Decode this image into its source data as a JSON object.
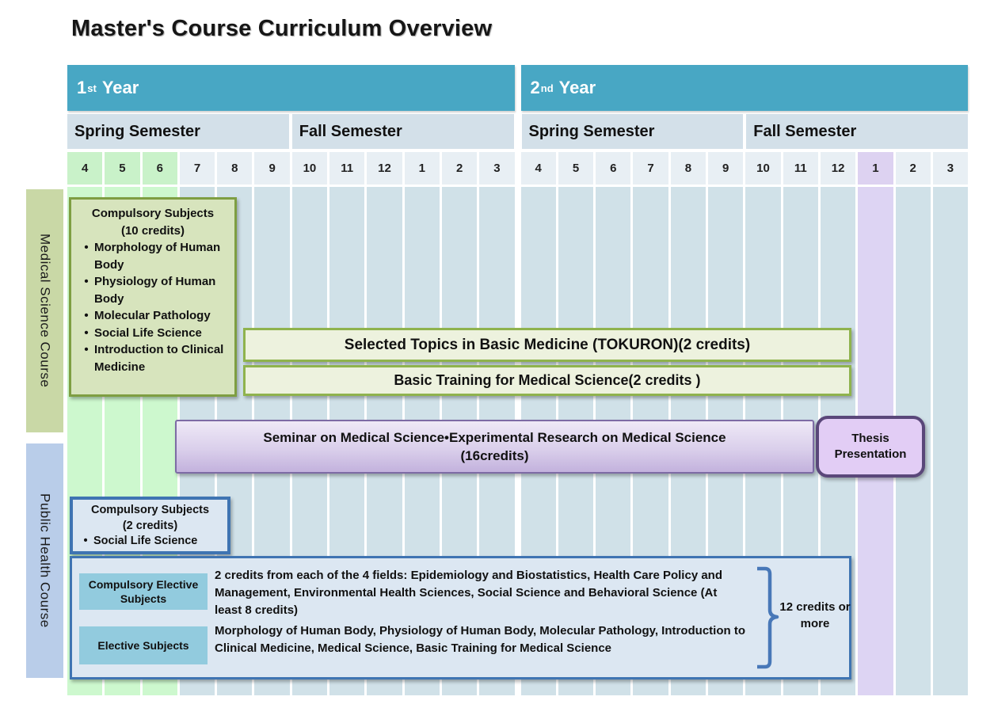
{
  "title": "Master's Course Curriculum Overview",
  "colors": {
    "year_header": "#48a7c4",
    "semester_header": "#d3e0e9",
    "month_green": "#c9f2c9",
    "month_purple": "#ddd2f1",
    "column_blue": "#d0e1e8",
    "green_box_fill": "#d7e4bd",
    "green_box_border": "#7e9e42",
    "bar_fill": "#edf2de",
    "bar_border": "#8fb34d",
    "seminar_fill": "#d0c0e4",
    "seminar_border": "#7d6ba5",
    "thesis_fill": "#e2cdf5",
    "thesis_border": "#5a477a",
    "blue_box_fill": "#dce7f2",
    "blue_box_border": "#3f74b2",
    "teal_label_fill": "#92cbde",
    "track_medical": "#c9d8a6",
    "track_public": "#b9cde9",
    "brace_blue": "#4878b8"
  },
  "timeline": {
    "years": [
      {
        "num": "1",
        "ordinal": "st",
        "word": "Year"
      },
      {
        "num": "2",
        "ordinal": "nd",
        "word": "Year"
      }
    ],
    "semesters": [
      "Spring Semester",
      "Fall Semester",
      "Spring Semester",
      "Fall Semester"
    ],
    "months": [
      {
        "label": "4",
        "tone": "green"
      },
      {
        "label": "5",
        "tone": "green"
      },
      {
        "label": "6",
        "tone": "green"
      },
      {
        "label": "7",
        "tone": "plain"
      },
      {
        "label": "8",
        "tone": "plain"
      },
      {
        "label": "9",
        "tone": "plain"
      },
      {
        "label": "10",
        "tone": "plain"
      },
      {
        "label": "11",
        "tone": "plain"
      },
      {
        "label": "12",
        "tone": "plain"
      },
      {
        "label": "1",
        "tone": "plain"
      },
      {
        "label": "2",
        "tone": "plain"
      },
      {
        "label": "3",
        "tone": "plain"
      },
      {
        "label": "4",
        "tone": "plain"
      },
      {
        "label": "5",
        "tone": "plain"
      },
      {
        "label": "6",
        "tone": "plain"
      },
      {
        "label": "7",
        "tone": "plain"
      },
      {
        "label": "8",
        "tone": "plain"
      },
      {
        "label": "9",
        "tone": "plain"
      },
      {
        "label": "10",
        "tone": "plain"
      },
      {
        "label": "11",
        "tone": "plain"
      },
      {
        "label": "12",
        "tone": "plain"
      },
      {
        "label": "1",
        "tone": "purple"
      },
      {
        "label": "2",
        "tone": "plain"
      },
      {
        "label": "3",
        "tone": "plain"
      }
    ]
  },
  "tracks": {
    "medical": "Medical Science Course",
    "public": "Public Health Course"
  },
  "medical": {
    "compulsory": {
      "title": "Compulsory Subjects",
      "credits": "(10 credits)",
      "items": [
        "Morphology of Human Body",
        "Physiology of Human Body",
        "Molecular Pathology",
        "Social Life Science",
        "Introduction to Clinical Medicine"
      ]
    },
    "selected_topics": "Selected Topics in Basic Medicine (TOKURON)(2 credits)",
    "basic_training": "Basic Training for Medical Science(2 credits )",
    "seminar_line1": "Seminar on Medical Science•Experimental Research on Medical Science",
    "seminar_line2": "(16credits)",
    "thesis": "Thesis Presentation"
  },
  "public": {
    "compulsory": {
      "title": "Compulsory Subjects",
      "credits": "(2 credits)",
      "items": [
        "Social Life Science"
      ]
    },
    "electives": {
      "rows": [
        {
          "label": "Compulsory Elective Subjects",
          "desc": "2 credits from each of the 4 fields: Epidemiology and Biostatistics, Health Care Policy and Management, Environmental Health Sciences, Social Science and Behavioral Science (At least 8 credits)"
        },
        {
          "label": "Elective Subjects",
          "desc": "Morphology of Human Body, Physiology of Human Body, Molecular Pathology, Introduction to Clinical Medicine, Medical Science, Basic Training for Medical Science"
        }
      ],
      "total": "12 credits or more"
    }
  }
}
